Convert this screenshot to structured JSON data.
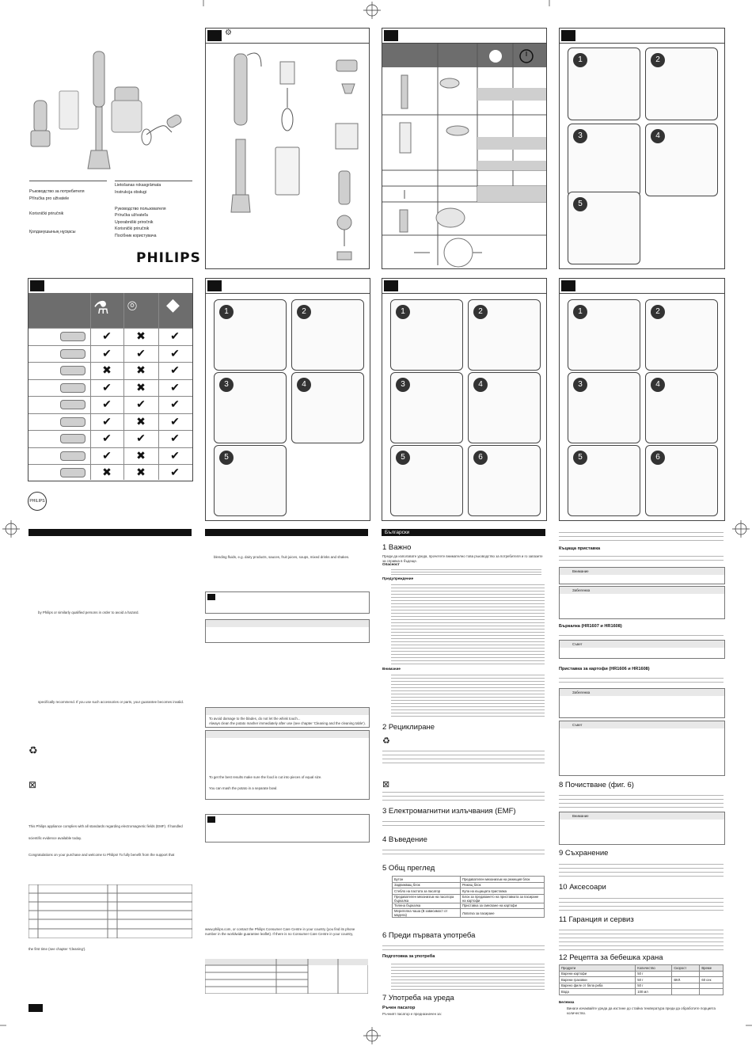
{
  "brand": "PHILIPS",
  "languages": {
    "left": [
      "Ръководство за потребителя",
      "Příručka pro uživatele",
      "",
      "Korisnički priručnik",
      "",
      "Қолданушының нұсқасы"
    ],
    "right": [
      "Lietošanas rokasgrāmata",
      "Instrukcja obsługi",
      "",
      "Руководство пользователя",
      "Príručka užívateľa",
      "Uporabniški priročnik",
      "Korisnički priručnik",
      "Посібник користувача"
    ]
  },
  "cleaning_table": {
    "rows": [
      [
        "✔",
        "✖",
        "✔"
      ],
      [
        "✔",
        "✔",
        "✔"
      ],
      [
        "✖",
        "✖",
        "✔"
      ],
      [
        "✔",
        "✖",
        "✔"
      ],
      [
        "✔",
        "✔",
        "✔"
      ],
      [
        "✔",
        "✖",
        "✔"
      ],
      [
        "✔",
        "✔",
        "✔"
      ],
      [
        "✔",
        "✖",
        "✔"
      ],
      [
        "✖",
        "✖",
        "✔"
      ]
    ]
  },
  "step_numbers": [
    "1",
    "2",
    "3",
    "4",
    "5",
    "6"
  ],
  "en_snippets": {
    "fluids": "blending fluids, e.g. dairy products, sauces, fruit juices, soups, mixed drinks and shakes.",
    "philips": "by Philips or similarly qualified persons in order to avoid a hazard.",
    "accessories": "specifically recommend. If you use such accessories or parts, your guarantee becomes invalid.",
    "emf": "This Philips appliance complies with all standards regarding electromagnetic fields (EMF). If handled",
    "scientific": "scientific evidence available today.",
    "congrats": "Congratulations on your purchase and welcome to Philips! To fully benefit from the support that",
    "firsttime": "the first time (see chapter 'Cleaning').",
    "website": "www.philips.com, or contact the Philips Consumer Care Centre in your country (you find its phone",
    "website2": "number in the worldwide guarantee leaflet). If there is no Consumer Care Centre in your country,",
    "tip1": "To avoid damage to the blades, do not let the whisk touch...",
    "tip2": "Always clean the potato masher immediately after use (see chapter 'Cleaning and the cleaning table').",
    "tip3": "To get the best results make sure the food is cut into pieces of equal size.",
    "tip4": "You can mash the potato in a separate bowl."
  },
  "bg": {
    "header": "Български",
    "s1": "1   Важно",
    "s1_intro": "Преди да използвате уреда, прочетете внимателно това ръководство за потребителя и го запазете за справка в бъдеще.",
    "danger": "Опасност",
    "warning": "Предупреждение",
    "caution": "Внимание",
    "s2": "2   Рециклиране",
    "s3": "3   Електромагнитни излъчвания (EMF)",
    "s4": "4   Въведение",
    "s5": "5   Общ преглед",
    "s6": "6   Преди първата употреба",
    "s6_sub": "Подготовка за употреба",
    "s7": "7   Употреба на уреда",
    "s7_sub": "Ръчен пасатор",
    "s7_txt": "Ръчният пасатор е предназначен за:",
    "r_sub1": "Къцаща приставка",
    "r_sub2": "Бъркалка (HR1607 и HR1608)",
    "r_sub3": "Приставка за картофи (HR1606 и HR1608)",
    "s8": "8   Почистване (фиг. 6)",
    "s9": "9   Съхранение",
    "s10": "10  Аксесоари",
    "s11": "11  Гаранция и сервиз",
    "s12": "12  Рецепта за бебешка храна",
    "note_label": "Внимание",
    "tip_label": "Съвет",
    "note2_label": "Забележка",
    "overview_rows": [
      [
        "Бутон",
        "Предавателен механизъм на режещия блок"
      ],
      [
        "Задвижващ блок",
        "Режещ блок"
      ],
      [
        "Стебло на пастата за пасатор",
        "Купа на къцащата приставка"
      ],
      [
        "Предавателен механизъм на пасатора бъркалка",
        "Блок за предаването на приставката за пасиране на картофи"
      ],
      [
        "Телена бъркалка",
        "Приставка за смесване на картофи"
      ],
      [
        "Мерителна чаша (В зависимост от модела)",
        "Лопатка за пасиране"
      ]
    ],
    "recipe_head": [
      "Продукти",
      "Количество",
      "Скорост",
      "Време"
    ],
    "recipe_rows": [
      [
        "Варени картофи",
        "50 г",
        "",
        ""
      ],
      [
        "Варени граховки",
        "50 г",
        "ВКЛ.",
        "60 сек"
      ],
      [
        "Варено филе от бяла риба",
        "50 г",
        "",
        ""
      ],
      [
        "Вода",
        "100 мл",
        "",
        ""
      ]
    ],
    "recipe_note": "Бележка",
    "recipe_note_txt": "Винаги изчаквайте уреда да изстине до стайна температура преди да обработите порцията количество."
  }
}
